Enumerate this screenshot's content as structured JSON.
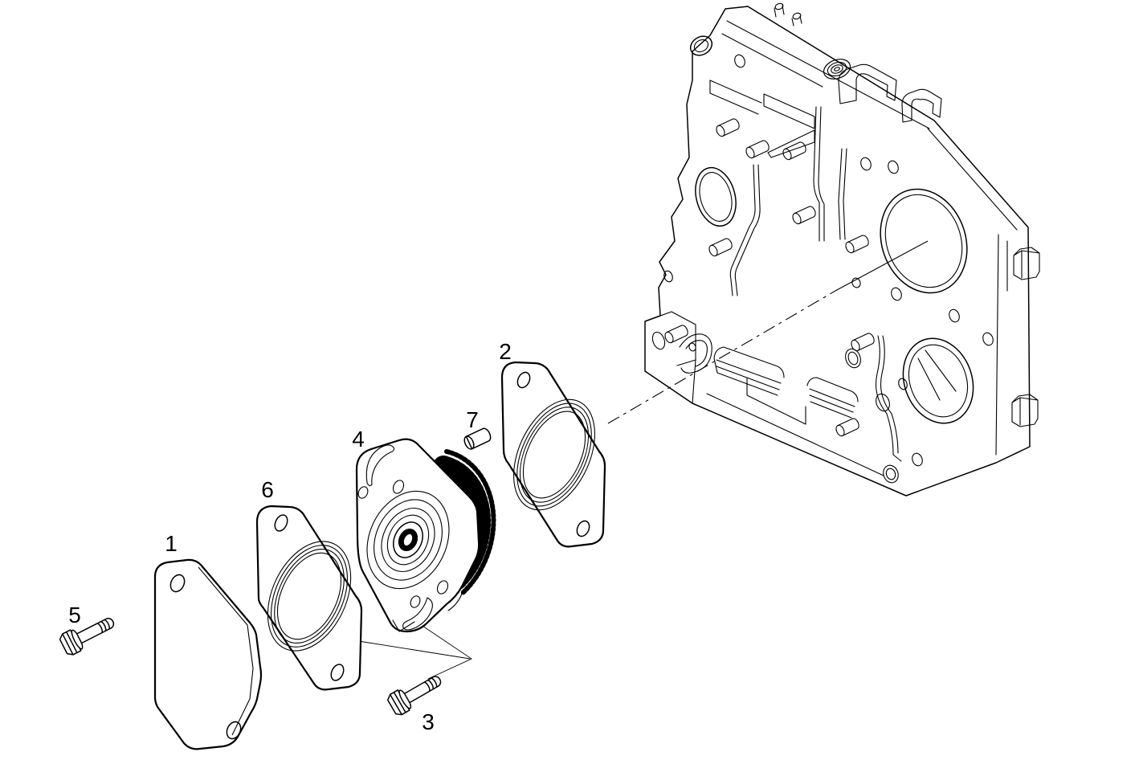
{
  "diagram": {
    "background": "#ffffff",
    "line_color": "#000000",
    "callouts": [
      {
        "label": "1"
      },
      {
        "label": "2"
      },
      {
        "label": "3"
      },
      {
        "label": "4"
      },
      {
        "label": "5"
      },
      {
        "label": "6"
      },
      {
        "label": "7"
      }
    ]
  }
}
